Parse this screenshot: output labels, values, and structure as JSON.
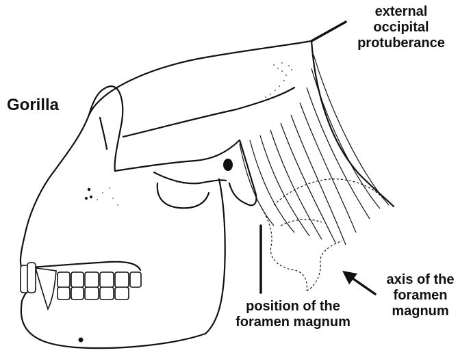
{
  "figure": {
    "title": "Gorilla",
    "labels": {
      "occipital": [
        "external",
        "occipital",
        "protuberance"
      ],
      "axis": [
        "axis of the",
        "foramen",
        "magnum"
      ],
      "position": [
        "position of the",
        "foramen magnum"
      ]
    }
  },
  "colors": {
    "ink": "#111111",
    "background": "#ffffff"
  }
}
